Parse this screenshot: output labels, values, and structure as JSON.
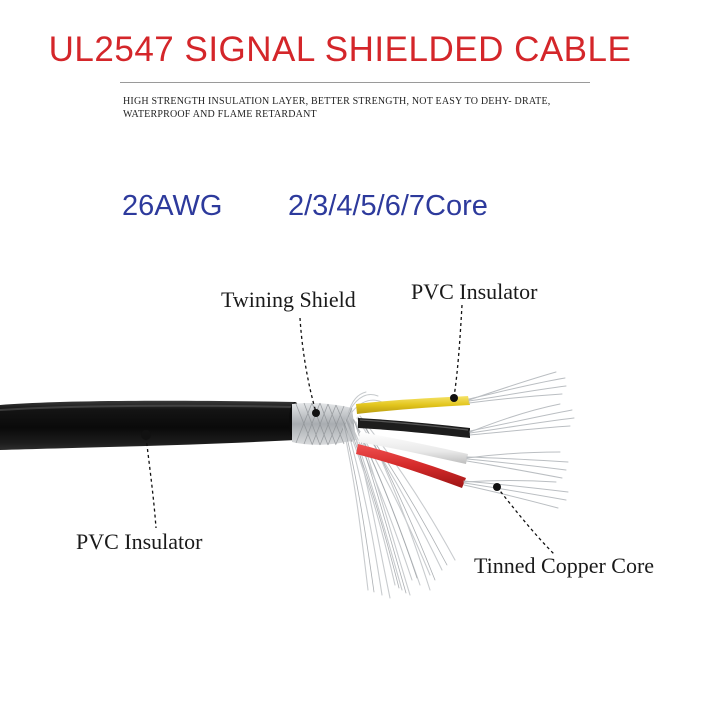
{
  "header": {
    "title": "UL2547 SIGNAL SHIELDED CABLE",
    "subtitle": "HIGH STRENGTH INSULATION LAYER, BETTER STRENGTH, NOT EASY TO DEHY- DRATE, WATERPROOF AND FLAME RETARDANT"
  },
  "specs": {
    "gauge": "26AWG",
    "cores": "2/3/4/5/6/7Core"
  },
  "callouts": {
    "twining_shield": "Twining Shield",
    "pvc_insulator_core": "PVC Insulator",
    "pvc_insulator_jacket": "PVC Insulator",
    "tinned_copper_core": "Tinned Copper Core"
  },
  "colors": {
    "title": "#d4262a",
    "specs": "#2d3a9c",
    "jacket": "#111111",
    "core_yellow": "#e8cf2a",
    "core_black": "#1b1b1b",
    "core_white": "#f2f2f2",
    "core_red": "#d42a2a",
    "shield": "#bfc3c6"
  }
}
